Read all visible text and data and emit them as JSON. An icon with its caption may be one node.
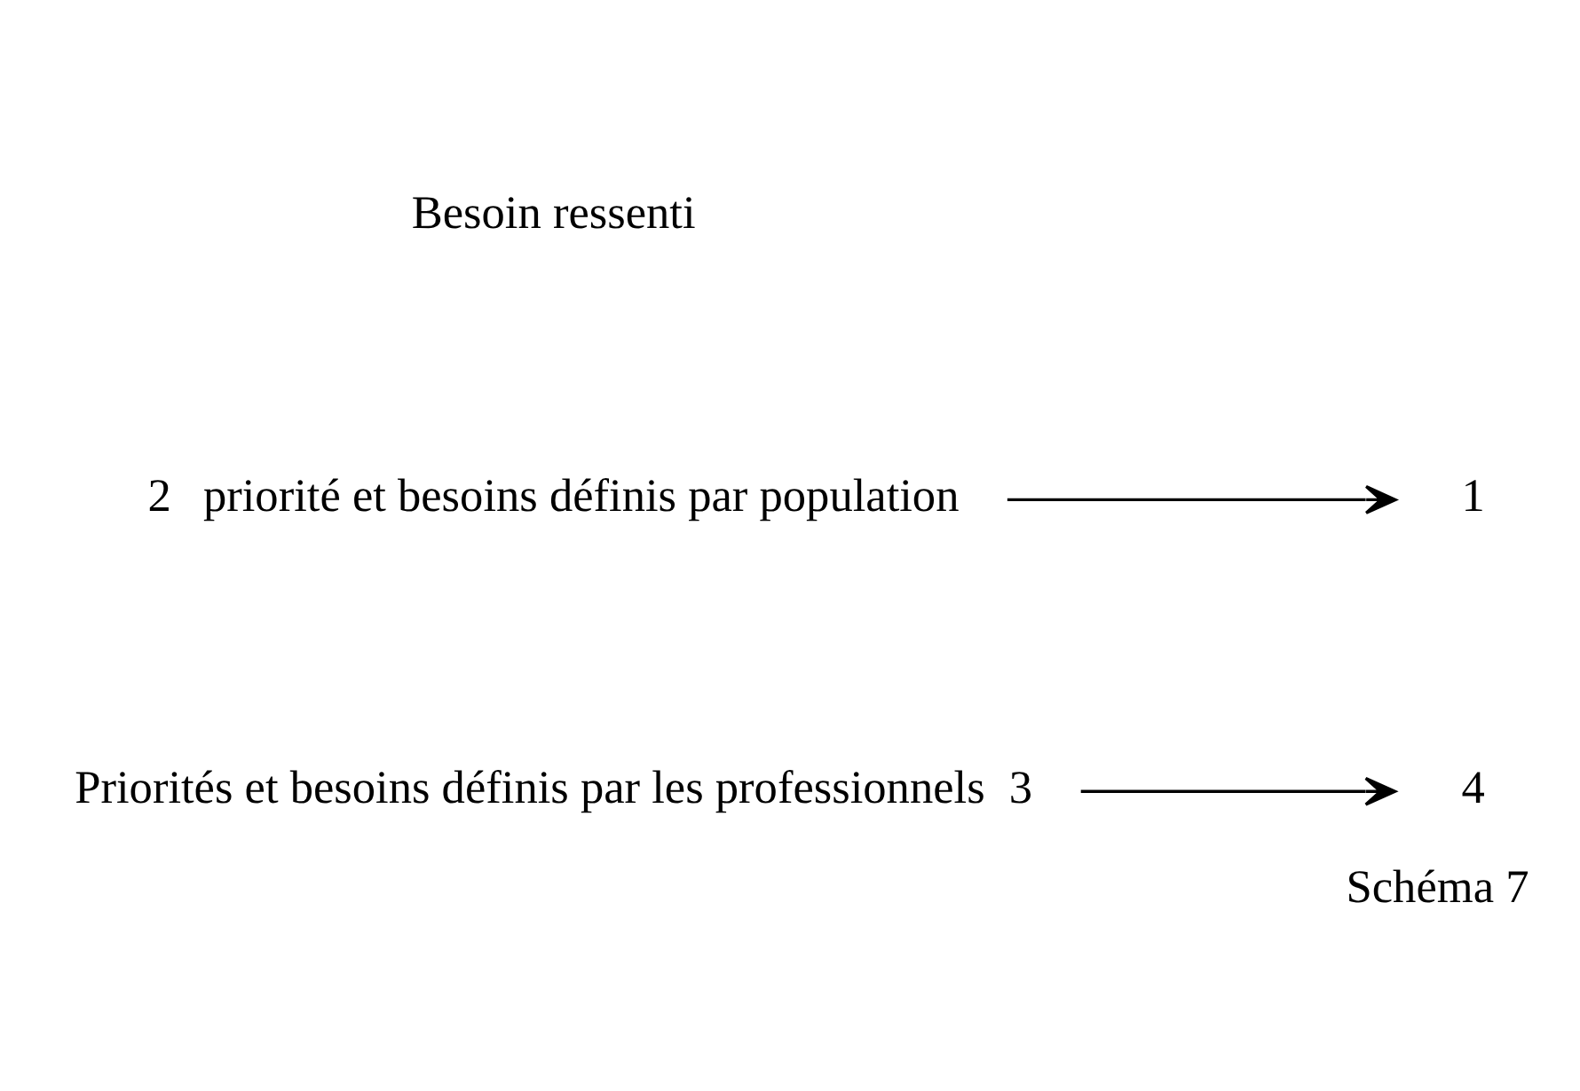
{
  "diagram": {
    "caption": "Schéma 7",
    "nodes": [
      {
        "text": [
          "3"
        ],
        "beside": [
          "Priorités et besoins définis par les professionnels"
        ]
      },
      {
        "text": [
          "4"
        ]
      },
      {
        "text": [
          "1"
        ]
      },
      {
        "text": [
          "2"
        ],
        "beside": [
          "priorité et besoins définis par population"
        ]
      }
    ],
    "edges": [
      {
        "from": 0,
        "to": 1,
        "arrow": "to"
      },
      {
        "from": 3,
        "to": 2,
        "arrow": "to"
      }
    ],
    "labels": [
      "Besoin ressenti"
    ]
  }
}
